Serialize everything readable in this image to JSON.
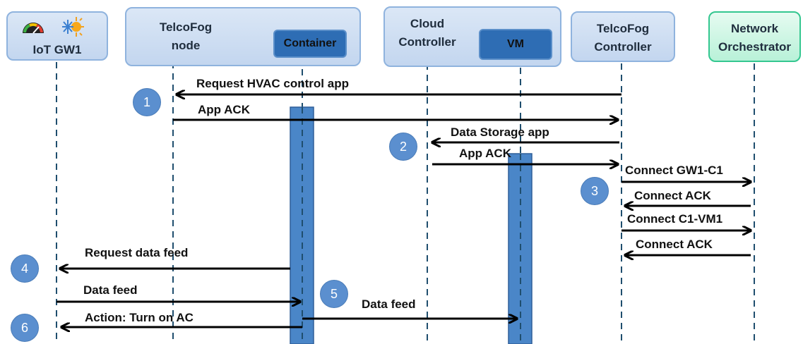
{
  "participants": {
    "iot_gw1": "IoT GW1",
    "telcofog_node": [
      "TelcoFog",
      "node"
    ],
    "container": "Container",
    "cloud_controller": [
      "Cloud",
      "Controller"
    ],
    "vm": "VM",
    "telcofog_controller": [
      "TelcoFog",
      "Controller"
    ],
    "network_orchestrator": [
      "Network",
      "Orchestrator"
    ]
  },
  "messages": {
    "request_hvac": "Request HVAC control app",
    "app_ack_1": "App ACK",
    "data_storage_app": "Data Storage app",
    "app_ack_2": "App ACK",
    "connect_gw1_c1": "Connect GW1-C1",
    "connect_ack_1": "Connect ACK",
    "connect_c1_vm1": "Connect C1-VM1",
    "connect_ack_2": "Connect ACK",
    "request_data_feed": "Request data feed",
    "data_feed_1": "Data feed",
    "data_feed_2": "Data feed",
    "action_turn_on_ac": "Action: Turn on AC"
  },
  "steps": [
    "1",
    "2",
    "3",
    "4",
    "5",
    "6"
  ],
  "colors": {
    "participant_fill": "#c9daf0",
    "participant_border": "#8fb3de",
    "orchestrator_fill": "#c9f5e2",
    "orchestrator_border": "#34c790",
    "activation_bar": "#4a86c8",
    "step_circle": "#5b8fcf",
    "lifeline": "#1f4e6e"
  },
  "icons": [
    "gauge-icon",
    "weather-sun-snow-icon"
  ]
}
